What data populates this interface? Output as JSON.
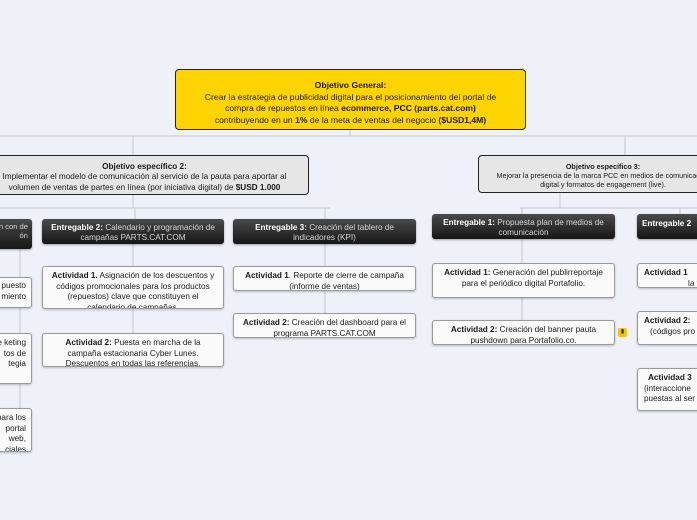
{
  "root": {
    "title": "Objetivo General:",
    "line1": "Crear la estrategia de publicidad digital para el posicionamiento del portal de",
    "line2a": "compra de repuestos en línea ",
    "line2b": "ecommerce, PCC (parts.cat.com)",
    "line3a": "contribuyendo en un ",
    "line3b": "1%",
    "line3c": " de la meta de ventas del negocio ",
    "line3d": "($USD1,4M)"
  },
  "spec2": {
    "title": "Objetivo específico 2:",
    "line1": "Implementar el modelo de comunicación al servicio de la pauta para aportar al",
    "line2a": "volumen de ventas de partes en línea (por iniciativa digital) de ",
    "line2b": "$USD 1.000"
  },
  "spec3": {
    "title": "Objetivo específico 3:",
    "line1": "Mejorar la presencia de la marca PCC en medios de comunicación",
    "line2": "digital y formatos de engagement (live)."
  },
  "deliverables": {
    "e1_left": {
      "bold": "",
      "text": "ón  con de ón"
    },
    "e2": {
      "bold": "Entregable 2:",
      "text": " Calendario y programación de campañas PARTS.CAT.COM"
    },
    "e3": {
      "bold": "Entregable 3:",
      "text": " Creación del tablero de indicadores (KPI)"
    },
    "e1_right": {
      "bold": "Entregable 1:",
      "text": " Propuesta plan de medios de comunicación"
    },
    "e2_right": {
      "bold": "Entregable 2",
      "text": ""
    }
  },
  "activities": {
    "left_a": "puesto miento",
    "left_b": "a le keting tos de tegia",
    "left_c": "para los portal web, ciales",
    "e2_a1_bold": "Actividad 1.",
    "e2_a1_text": " Asignación de los descuentos y códigos promocionales para los productos (repuestos) clave que constituyen el calendario de campañas.",
    "e2_a2_bold": "Actividad 2:",
    "e2_a2_text": " Puesta en marcha de la campaña estacionaria Cyber Lunes. Descuentos en todas las referencias.",
    "e3_a1_bold": "Actividad 1",
    "e3_a1_text": ". Reporte de cierre de campaña (informe de ventas)",
    "e3_a2_bold": "Actividad 2:",
    "e3_a2_text": " Creación del dashboard para el programa PARTS.CAT.COM",
    "r1_a1_bold": "Actividad 1:",
    "r1_a1_text": " Generación del publirreportaje para el periódico digital Portafolio.",
    "r1_a2_bold": "Actividad 2:",
    "r1_a2_text": " Creación del banner pauta pushdown para Portafolio.co.",
    "r2_a1_bold": "Actividad 1",
    "r2_a1_text": "la t",
    "r2_a2_bold": "Actividad 2:",
    "r2_a2_text": "(códigos pro para",
    "r2_a3_bold": "Actividad 3",
    "r2_a3_text": "(interaccione puestas al ser"
  }
}
